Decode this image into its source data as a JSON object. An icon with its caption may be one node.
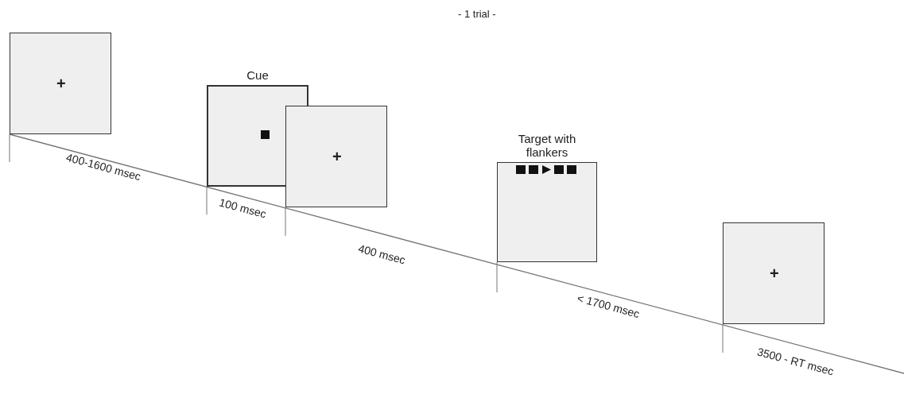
{
  "diagram": {
    "nodes": [
      {
        "text": [
          "+"
        ],
        "beside": [
          "400-1600 msec"
        ]
      },
      {
        "text": [
          "Cue"
        ],
        "beside": [
          "100 msec"
        ]
      },
      {
        "text": [
          "+"
        ],
        "beside": [
          "400 msec"
        ]
      },
      {
        "text": [
          "Target with flankers"
        ],
        "beside": [
          "< 1700 msec"
        ]
      },
      {
        "text": [
          "+"
        ],
        "beside": [
          "3500 - RT msec"
        ]
      }
    ],
    "edges": [],
    "labels": [
      "- 1 trial -"
    ]
  }
}
